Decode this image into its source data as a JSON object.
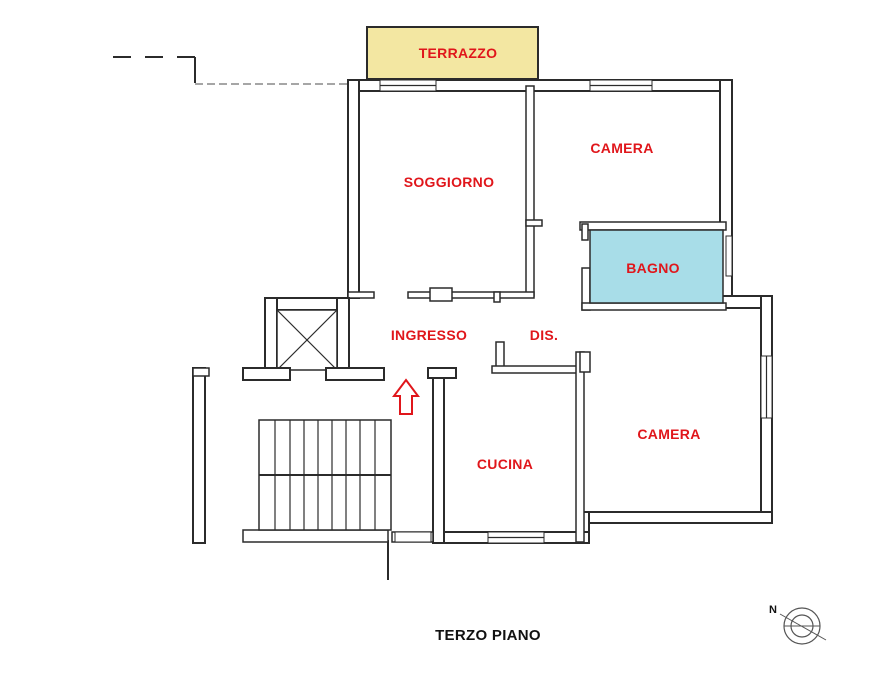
{
  "plan": {
    "title": "TERZO PIANO",
    "north_label": "N",
    "colors": {
      "terrace_fill": "#f3e7a2",
      "bathroom_fill": "#a8dde8",
      "label_color": "#e0161b",
      "wall_color": "#2b2b2b"
    },
    "rooms": {
      "terrazzo": "TERRAZZO",
      "soggiorno": "SOGGIORNO",
      "camera_top": "CAMERA",
      "bagno": "BAGNO",
      "ingresso": "INGRESSO",
      "dis": "DIS.",
      "cucina": "CUCINA",
      "camera_bottom": "CAMERA"
    },
    "icons": {
      "entry_arrow": "up-arrow-icon",
      "compass": "north-compass-icon"
    }
  }
}
